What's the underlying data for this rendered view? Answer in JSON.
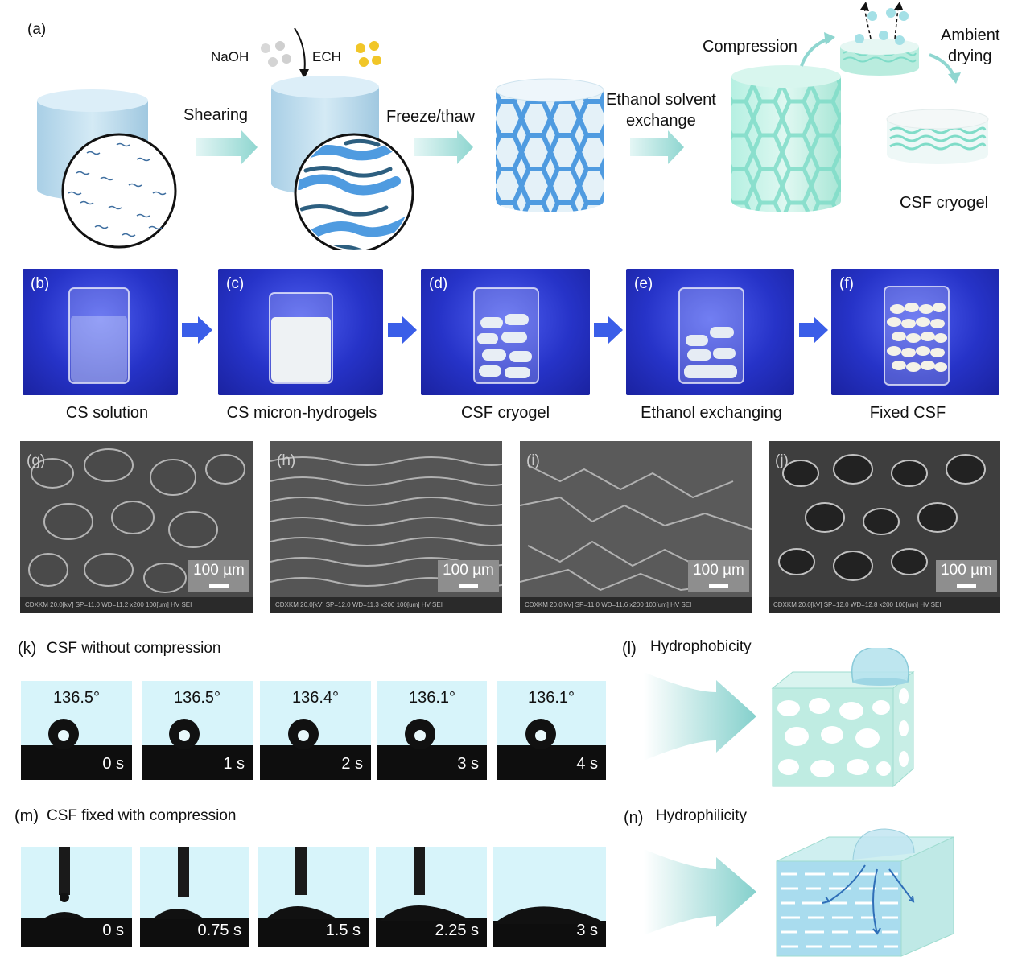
{
  "panel_a": {
    "label": "(a)",
    "reagent_1": "NaOH",
    "reagent_2": "ECH",
    "step_1": "Shearing",
    "step_2": "Freeze/thaw",
    "step_3_line1": "Ethanol solvent",
    "step_3_line2": "exchange",
    "step_4": "Compression",
    "step_5_line1": "Ambient",
    "step_5_line2": "drying",
    "product": "CSF cryogel"
  },
  "photos": [
    {
      "label": "(b)",
      "caption": "CS solution"
    },
    {
      "label": "(c)",
      "caption": "CS micron-hydrogels"
    },
    {
      "label": "(d)",
      "caption": "CSF cryogel"
    },
    {
      "label": "(e)",
      "caption": "Ethanol exchanging"
    },
    {
      "label": "(f)",
      "caption": "Fixed CSF"
    }
  ],
  "sem": [
    {
      "label": "(g)",
      "scale": "100 µm",
      "info": "CDXKM  20.0[kV]  SP=11.0  WD=11.2  x200  100[um]  HV  SEI"
    },
    {
      "label": "(h)",
      "scale": "100 µm",
      "info": "CDXKM  20.0[kV]  SP=12.0  WD=11.3  x200  100[um]  HV  SEI"
    },
    {
      "label": "(i)",
      "scale": "100 µm",
      "info": "CDXKM  20.0[kV]  SP=11.0  WD=11.6  x200  100[um]  HV  SEI"
    },
    {
      "label": "(j)",
      "scale": "100 µm",
      "info": "CDXKM  20.0[kV]  SP=12.0  WD=12.8  x200  100[um]  HV  SEI"
    }
  ],
  "panel_k": {
    "label": "(k)",
    "title": "CSF without compression",
    "frames": [
      {
        "angle": "136.5°",
        "time": "0 s"
      },
      {
        "angle": "136.5°",
        "time": "1 s"
      },
      {
        "angle": "136.4°",
        "time": "2 s"
      },
      {
        "angle": "136.1°",
        "time": "3 s"
      },
      {
        "angle": "136.1°",
        "time": "4 s"
      }
    ]
  },
  "panel_l": {
    "label": "(l)",
    "title": "Hydrophobicity"
  },
  "panel_m": {
    "label": "(m)",
    "title": "CSF fixed with compression",
    "frames": [
      {
        "time": "0 s"
      },
      {
        "time": "0.75 s"
      },
      {
        "time": "1.5 s"
      },
      {
        "time": "2.25 s"
      },
      {
        "time": "3 s"
      }
    ]
  },
  "panel_n": {
    "label": "(n)",
    "title": "Hydrophilicity"
  },
  "colors": {
    "cylinder": "#bcdcec",
    "fiber_blue": "#4f9be0",
    "fiber_dark": "#2d5f80",
    "teal": "#7fd8c8",
    "arrow": "#9fdcd7",
    "photo_bg": "#2633c8",
    "blue_arrow": "#3a5ee8"
  }
}
